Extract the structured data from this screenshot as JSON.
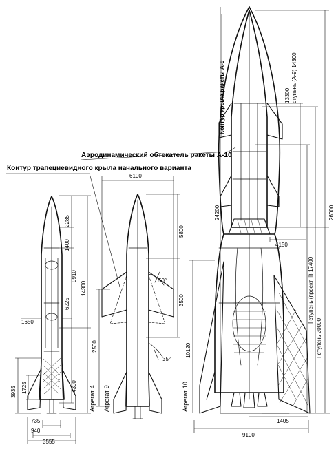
{
  "labels": {
    "a9_wing_contour": "Контур крыла ракеты А-9",
    "a10_fairing": "Аэродинамический обтекатель ракеты А-10",
    "trapezoid_wing": "Контур трапециевидного крыла начального варианта",
    "aggregate_4": "Агрегат 4",
    "aggregate_9": "Агрегат 9",
    "aggregate_10": "Агрегат 10",
    "stage_a9": "ступень (А-9) 14300",
    "stage_1_proj": "I ступень (проект II) 17400",
    "stage_1": "I ступень 20000"
  },
  "dimensions": {
    "d2285": "2285",
    "d1400": "1400",
    "d6225": "6225",
    "d9910": "9910",
    "d14300": "14300",
    "d4390": "4390",
    "d1725": "1725",
    "d3935": "3935",
    "d1650": "1650",
    "d735": "735",
    "d940": "940",
    "d3555": "3555",
    "d6100": "6100",
    "d5800": "5800",
    "d3500": "3500",
    "d2500": "2500",
    "d10120": "10120",
    "a50": "50°",
    "a35": "35°",
    "d13300": "13300",
    "d24200": "24200",
    "d26000": "26000",
    "d4150": "4150",
    "d9100": "9100",
    "d1405": "1405"
  }
}
